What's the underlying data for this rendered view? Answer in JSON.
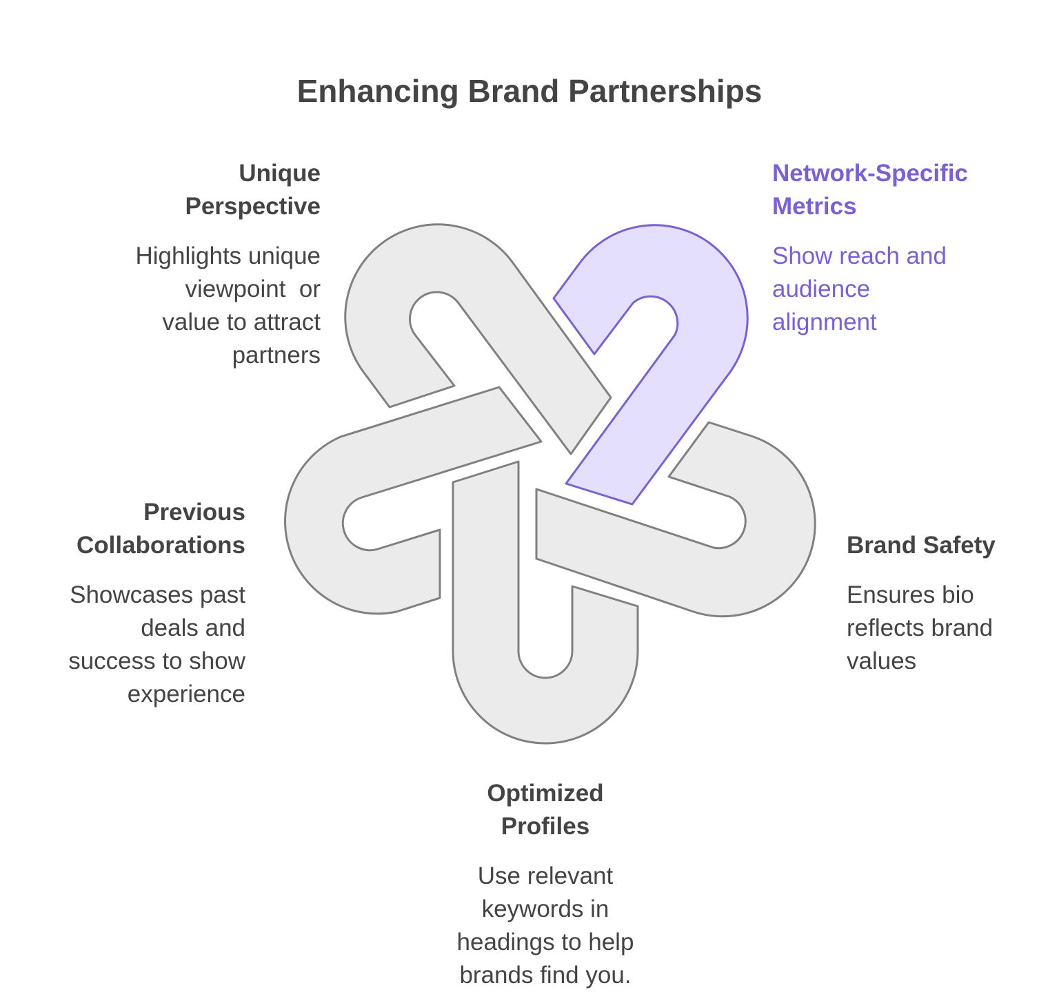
{
  "title": "Enhancing Brand Partnerships",
  "colors": {
    "text": "#444444",
    "accent": "#7a60d0",
    "segment_fill": "#ebebeb",
    "segment_stroke": "#808080",
    "highlight_fill": "#e4dffc",
    "highlight_stroke": "#7a60d0"
  },
  "items": {
    "unique": {
      "heading_line1": "Unique",
      "heading_line2": "Perspective",
      "desc_lines": [
        "Highlights unique",
        "viewpoint  or",
        "value to attract",
        "partners"
      ]
    },
    "network": {
      "heading_line1": "Network-Specific",
      "heading_line2": "Metrics",
      "desc_lines": [
        "Show reach and",
        "audience",
        "alignment"
      ]
    },
    "previous": {
      "heading_line1": "Previous",
      "heading_line2": "Collaborations",
      "desc_lines": [
        "Showcases past",
        "deals and",
        "success to show",
        "experience"
      ]
    },
    "safety": {
      "heading_line1": "Brand Safety",
      "desc_lines": [
        "Ensures bio",
        "reflects brand",
        "values"
      ]
    },
    "optimized": {
      "heading_line1": "Optimized",
      "heading_line2": "Profiles",
      "desc_lines": [
        "Use relevant",
        "keywords in",
        "headings to help",
        "brands find you."
      ]
    }
  }
}
